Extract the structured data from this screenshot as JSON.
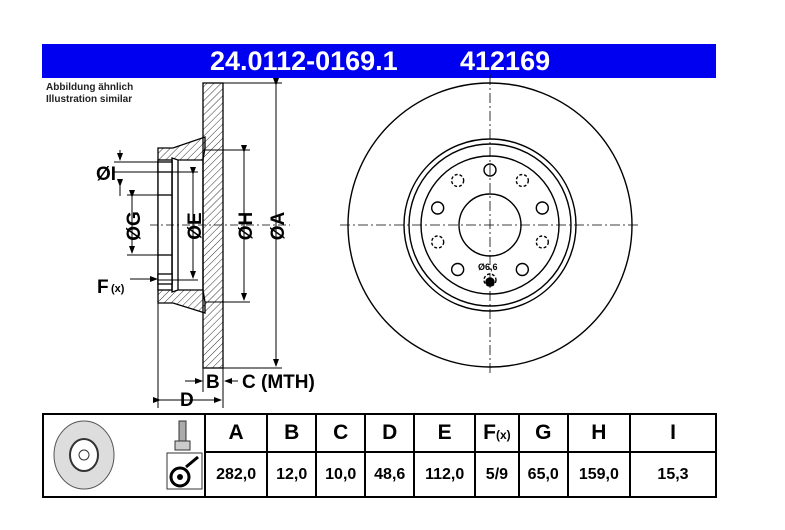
{
  "header": {
    "part_number": "24.0112-0169.1",
    "short_number": "412169"
  },
  "notes": {
    "de": "Abbildung ähnlich",
    "en": "Illustration similar"
  },
  "drawing": {
    "labels": {
      "A": "ØA",
      "H": "ØH",
      "E": "ØE",
      "G": "ØG",
      "I": "ØI",
      "F": "F",
      "F_sub": "(x)",
      "B": "B",
      "C": "C (MTH)",
      "D": "D",
      "hole": "Ø6,6"
    }
  },
  "table": {
    "columns": [
      {
        "key": "A",
        "value": "282,0"
      },
      {
        "key": "B",
        "value": "12,0"
      },
      {
        "key": "C",
        "value": "10,0"
      },
      {
        "key": "D",
        "value": "48,6"
      },
      {
        "key": "E",
        "value": "112,0"
      },
      {
        "key": "F",
        "sub": "(x)",
        "value": "5/9"
      },
      {
        "key": "G",
        "value": "65,0"
      },
      {
        "key": "H",
        "value": "159,0"
      },
      {
        "key": "I",
        "value": "15,3"
      }
    ]
  },
  "colors": {
    "header_bg": "#0000f0"
  }
}
